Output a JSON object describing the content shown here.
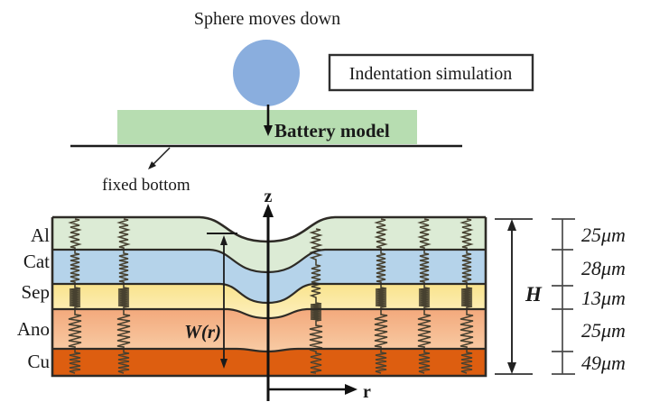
{
  "scene": {
    "sphere_caption": "Sphere moves down",
    "indentation_box_label": "Indentation simulation",
    "battery_label": "Battery model",
    "fixed_bottom_label": "fixed bottom",
    "sphere_color": "#8aaede",
    "battery_fill": "#b7ddb1",
    "battery_text_color": "#1c4321"
  },
  "diagram": {
    "axes": {
      "vertical": "z",
      "horizontal": "r",
      "deflection": "W(r)",
      "total_height": "H"
    },
    "layers": [
      {
        "name": "Al",
        "thickness": "25μm",
        "color": "#dcebd5",
        "color2": "#dcebd5"
      },
      {
        "name": "Cat",
        "thickness": "28μm",
        "color": "#b5d3ea",
        "color2": "#b5d3ea"
      },
      {
        "name": "Sep",
        "thickness": "13μm",
        "color": "#f9e38c",
        "color2": "#fdf0bf"
      },
      {
        "name": "Ano",
        "thickness": "25μm",
        "color": "#f3a97c",
        "color2": "#f8cba4"
      },
      {
        "name": "Cu",
        "thickness": "49μm",
        "color": "#dd5e10",
        "color2": "#dd5e10"
      }
    ]
  }
}
